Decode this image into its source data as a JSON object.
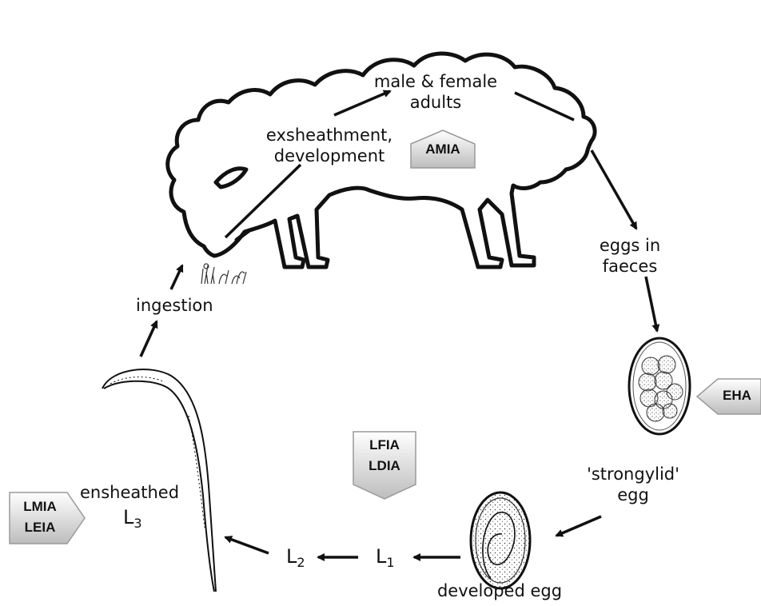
{
  "labels": {
    "adults": [
      "male & female",
      "adults"
    ],
    "exsheath": [
      "exsheathment,",
      "development"
    ],
    "eggs_faeces": [
      "eggs in",
      "faeces"
    ],
    "strongylid": [
      "'strongylid'",
      "egg"
    ],
    "developed_egg": "developed egg",
    "ingestion": "ingestion",
    "ensheathed": "ensheathed",
    "L3": {
      "letter": "L",
      "sub": "3"
    },
    "L2": {
      "letter": "L",
      "sub": "2"
    },
    "L1": {
      "letter": "L",
      "sub": "1"
    }
  },
  "badges": {
    "amia": "AMIA",
    "eha": "EHA",
    "lfia": "LFIA",
    "ldia": "LDIA",
    "lmia": "LMIA",
    "leia": "LEIA"
  },
  "colors": {
    "ink": "#111111",
    "badge_fill_top": "#ffffff",
    "badge_fill_bottom": "#bdbdbd",
    "badge_border": "#9a9a9a"
  }
}
